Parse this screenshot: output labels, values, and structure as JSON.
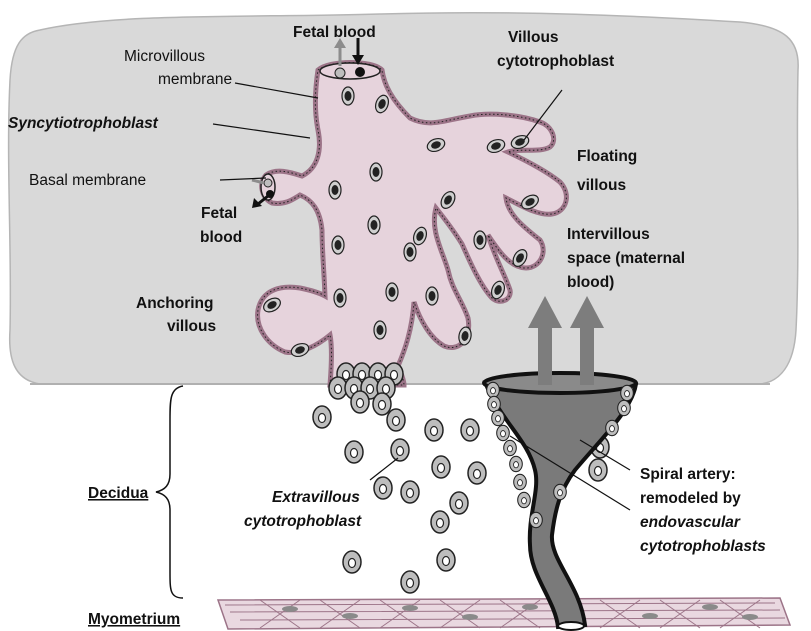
{
  "labels": {
    "fetal_blood_top": "Fetal blood",
    "microvillous_1": "Microvillous",
    "microvillous_2": "membrane",
    "syncytio": "Syncytiotrophoblast",
    "basal": "Basal membrane",
    "fetal_blood_left_1": "Fetal",
    "fetal_blood_left_2": "blood",
    "anchoring_1": "Anchoring",
    "anchoring_2": "villous",
    "villous_cyto_1": "Villous",
    "villous_cyto_2": "cytotrophoblast",
    "floating_1": "Floating",
    "floating_2": "villous",
    "intervillous_1": "Intervillous",
    "intervillous_2": "space (maternal",
    "intervillous_3": "blood)",
    "decidua": "Decidua",
    "extravillous_1": "Extravillous",
    "extravillous_2": "cytotrophoblast",
    "spiral_1": "Spiral artery:",
    "spiral_2": "remodeled by",
    "spiral_3": "endovascular",
    "spiral_4": "cytotrophoblasts",
    "myometrium": "Myometrium"
  },
  "colors": {
    "intervillous_space": "#d9d9d9",
    "villous_tree_fill": "#e6d3dc",
    "villous_tree_border": "#9c7488",
    "artery": "#7a7a7a",
    "cell_fill": "#bdbdbd",
    "myometrium_fill": "#e9d8e0",
    "arrow": "#7d7d7d"
  }
}
